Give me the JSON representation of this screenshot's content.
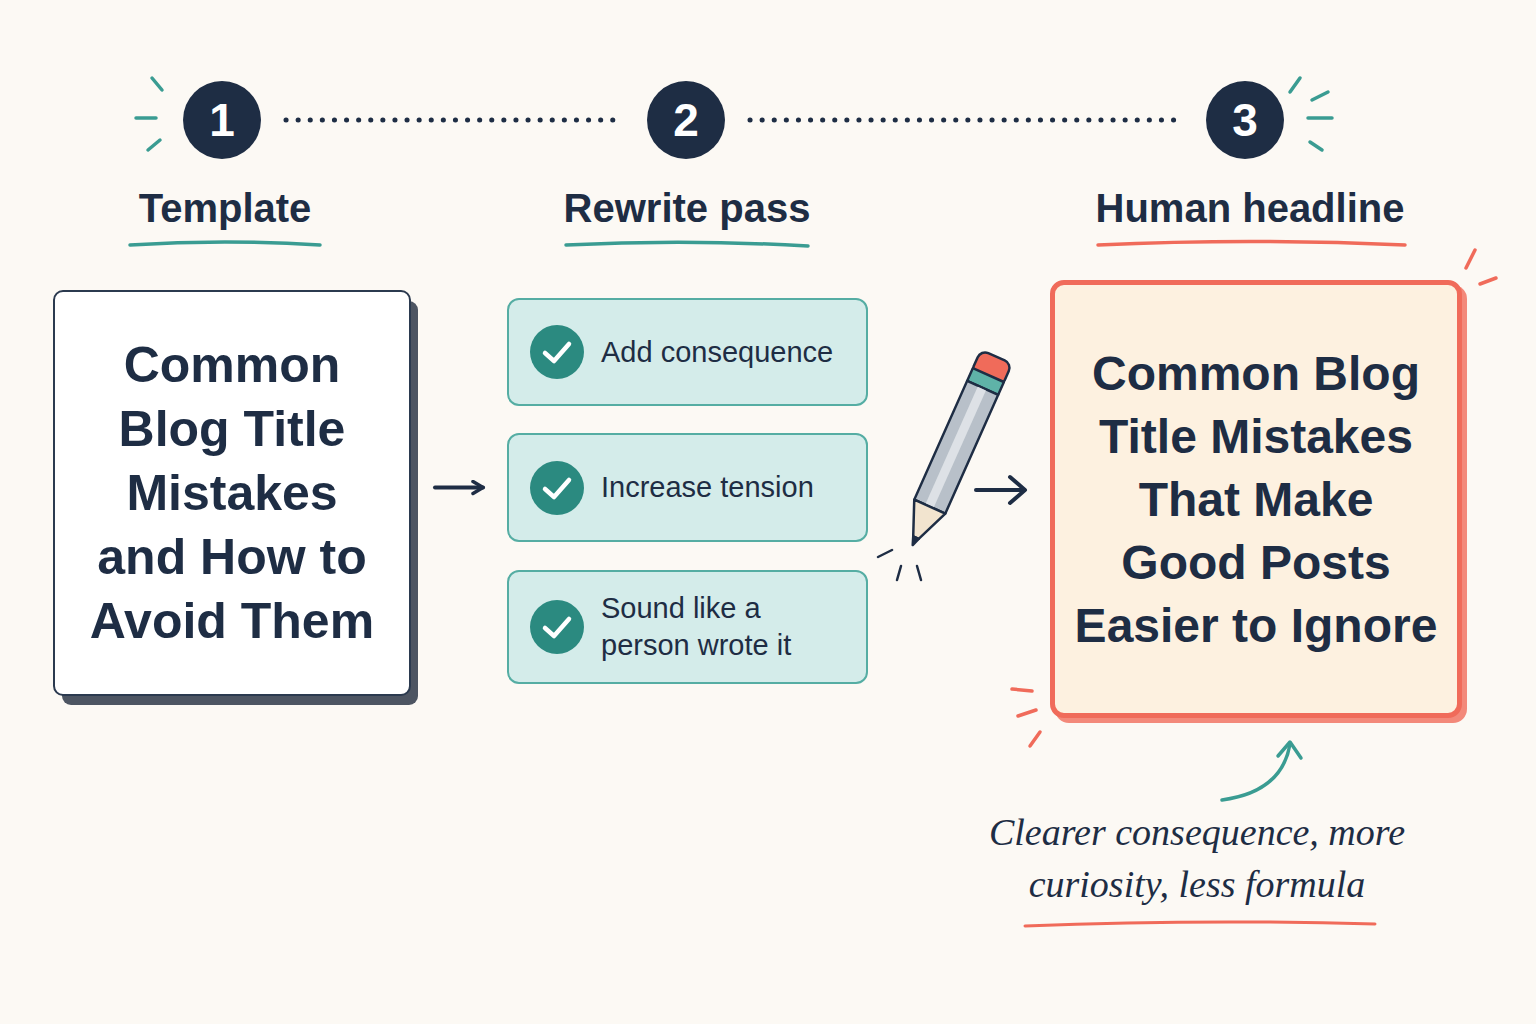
{
  "diagram": {
    "nodes": [
      {
        "text": [
          "1"
        ]
      },
      {
        "text": [
          "2"
        ]
      },
      {
        "text": [
          "3"
        ]
      },
      {
        "text": [
          "Common Blog Title Mistakes and How to Avoid Them"
        ]
      },
      {
        "text": [
          "Add consequence"
        ]
      },
      {
        "text": [
          "Increase tension"
        ]
      },
      {
        "text": [
          "Sound like a person wrote it"
        ]
      },
      {
        "text": [
          "Common Blog Title Mistakes That Make Good Posts Easier to Ignore"
        ]
      }
    ],
    "edges": [
      {
        "from": 0,
        "to": 1,
        "arrow": "none"
      },
      {
        "from": 1,
        "to": 2,
        "arrow": "none"
      },
      {
        "from": 3,
        "to": 5,
        "arrow": "to"
      }
    ],
    "labels": [
      "Template",
      "Rewrite pass",
      "Human headline",
      "Clearer consequence, more curiosity, less formula"
    ]
  }
}
